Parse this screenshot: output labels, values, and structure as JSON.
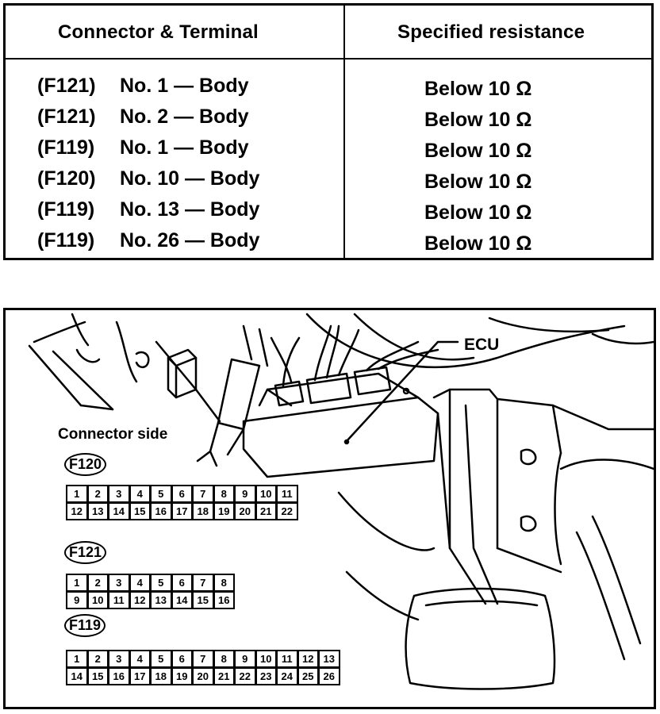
{
  "table": {
    "headers": {
      "connector_terminal": "Connector & Terminal",
      "specified_resistance": "Specified resistance"
    },
    "rows": [
      {
        "connector": "(F121)",
        "terminal": "No. 1 — Body",
        "resistance": "Below 10 Ω"
      },
      {
        "connector": "(F121)",
        "terminal": "No. 2 — Body",
        "resistance": "Below 10 Ω"
      },
      {
        "connector": "(F119)",
        "terminal": "No. 1 — Body",
        "resistance": "Below 10 Ω"
      },
      {
        "connector": "(F120)",
        "terminal": "No. 10 — Body",
        "resistance": "Below 10 Ω"
      },
      {
        "connector": "(F119)",
        "terminal": "No. 13 — Body",
        "resistance": "Below 10 Ω"
      },
      {
        "connector": "(F119)",
        "terminal": "No. 26 — Body",
        "resistance": "Below 10 Ω"
      }
    ]
  },
  "diagram": {
    "ecu_label": "ECU",
    "connector_side_label": "Connector side",
    "connectors": [
      {
        "id": "F120",
        "top_pins": [
          "1",
          "2",
          "3",
          "4",
          "5",
          "6",
          "7",
          "8",
          "9",
          "10",
          "11"
        ],
        "bottom_pins": [
          "12",
          "13",
          "14",
          "15",
          "16",
          "17",
          "18",
          "19",
          "20",
          "21",
          "22"
        ]
      },
      {
        "id": "F121",
        "top_pins": [
          "1",
          "2",
          "3",
          "4",
          "5",
          "6",
          "7",
          "8"
        ],
        "bottom_pins": [
          "9",
          "10",
          "11",
          "12",
          "13",
          "14",
          "15",
          "16"
        ]
      },
      {
        "id": "F119",
        "top_pins": [
          "1",
          "2",
          "3",
          "4",
          "5",
          "6",
          "7",
          "8",
          "9",
          "10",
          "11",
          "12",
          "13"
        ],
        "bottom_pins": [
          "14",
          "15",
          "16",
          "17",
          "18",
          "19",
          "20",
          "21",
          "22",
          "23",
          "24",
          "25",
          "26"
        ]
      }
    ]
  }
}
